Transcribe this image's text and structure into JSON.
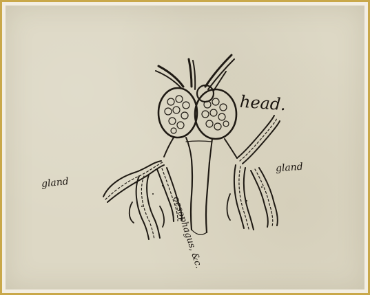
{
  "image": {
    "kind": "handwritten anatomical sketch",
    "colors": {
      "frame": "#c9a84a",
      "paper": "#ddd8c5",
      "ink": "#1f1a14"
    }
  },
  "labels": {
    "head": "head.",
    "gland_left": "gland",
    "gland_right": "gland",
    "oesophagus": "oesophagus, &c."
  }
}
